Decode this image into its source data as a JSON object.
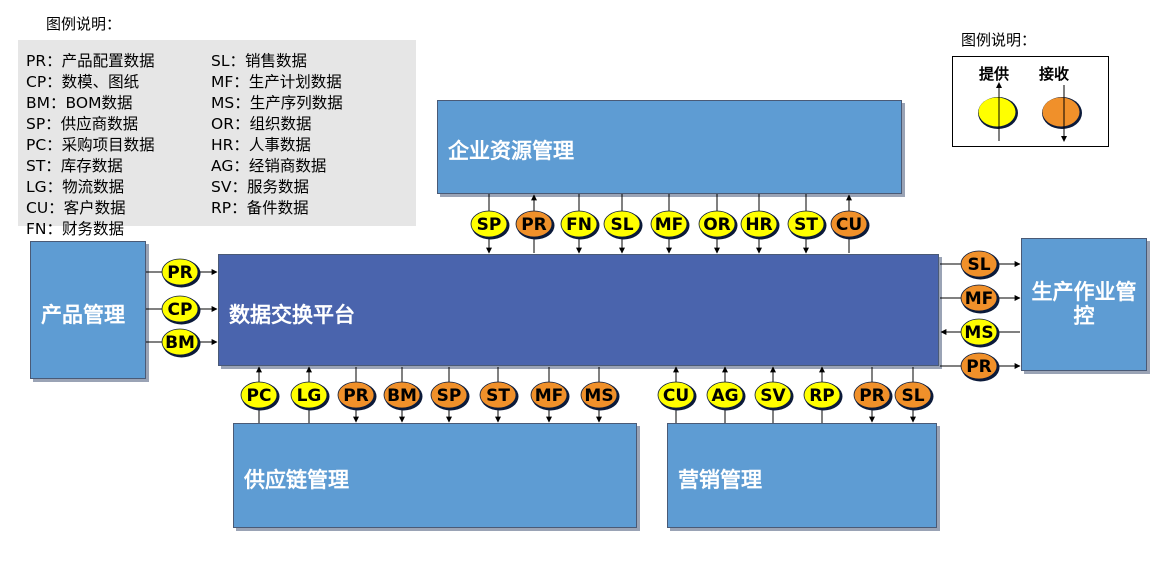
{
  "legend_title_left": "图例说明：",
  "legend_title_right": "图例说明：",
  "abbreviations": {
    "col1": [
      "PR：产品配置数据",
      "CP：数模、图纸",
      "BM：BOM数据",
      "SP：供应商数据",
      "PC：采购项目数据",
      "ST：库存数据",
      "LG：物流数据",
      "CU：客户数据",
      "FN：财务数据"
    ],
    "col2": [
      "SL：销售数据",
      "MF：生产计划数据",
      "MS：生产序列数据",
      "OR：组织数据",
      "HR：人事数据",
      "AG：经销商数据",
      "SV：服务数据",
      "RP：备件数据"
    ]
  },
  "legend": {
    "provide": "提供",
    "receive": "接收"
  },
  "boxes": {
    "erp": "企业资源管理",
    "hub": "数据交换平台",
    "product": "产品管理",
    "mes_line1": "生产作业管",
    "mes_line2": "控",
    "scm": "供应链管理",
    "marketing": "营销管理"
  },
  "colors": {
    "provide": "#ffff00",
    "receive": "#f0902a",
    "box_light": "#5e9cd3",
    "box_dark": "#4a64ad"
  },
  "connectors": {
    "erp": [
      {
        "code": "SP",
        "type": "provide"
      },
      {
        "code": "PR",
        "type": "receive"
      },
      {
        "code": "FN",
        "type": "provide"
      },
      {
        "code": "SL",
        "type": "provide"
      },
      {
        "code": "MF",
        "type": "provide"
      },
      {
        "code": "OR",
        "type": "provide"
      },
      {
        "code": "HR",
        "type": "provide"
      },
      {
        "code": "ST",
        "type": "provide"
      },
      {
        "code": "CU",
        "type": "receive"
      }
    ],
    "product": [
      {
        "code": "PR",
        "type": "provide"
      },
      {
        "code": "CP",
        "type": "provide"
      },
      {
        "code": "BM",
        "type": "provide"
      }
    ],
    "mes": [
      {
        "code": "SL",
        "type": "receive"
      },
      {
        "code": "MF",
        "type": "receive"
      },
      {
        "code": "MS",
        "type": "provide"
      },
      {
        "code": "PR",
        "type": "receive"
      }
    ],
    "scm": [
      {
        "code": "PC",
        "type": "provide"
      },
      {
        "code": "LG",
        "type": "provide"
      },
      {
        "code": "PR",
        "type": "receive"
      },
      {
        "code": "BM",
        "type": "receive"
      },
      {
        "code": "SP",
        "type": "receive"
      },
      {
        "code": "ST",
        "type": "receive"
      },
      {
        "code": "MF",
        "type": "receive"
      },
      {
        "code": "MS",
        "type": "receive"
      }
    ],
    "marketing": [
      {
        "code": "CU",
        "type": "provide"
      },
      {
        "code": "AG",
        "type": "provide"
      },
      {
        "code": "SV",
        "type": "provide"
      },
      {
        "code": "RP",
        "type": "provide"
      },
      {
        "code": "PR",
        "type": "receive"
      },
      {
        "code": "SL",
        "type": "receive"
      }
    ]
  }
}
